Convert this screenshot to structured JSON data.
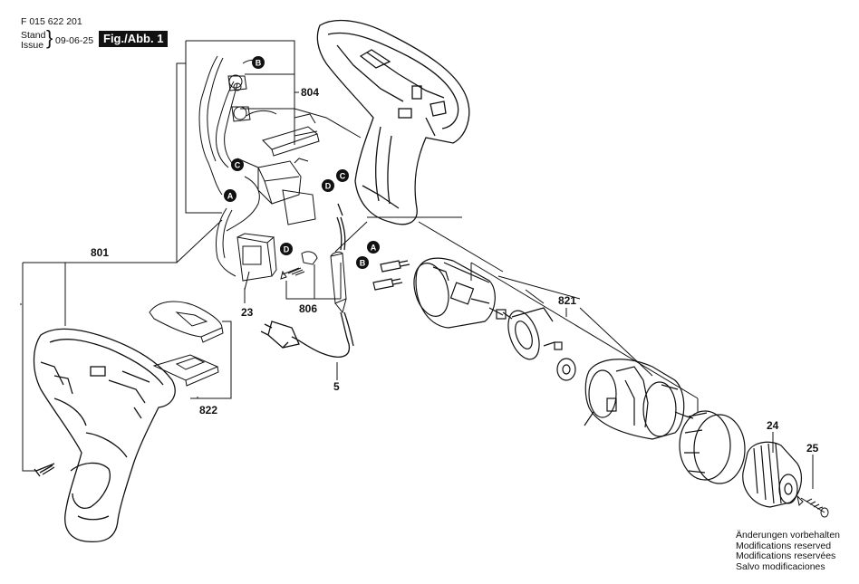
{
  "header": {
    "doc_number": "F 015 622 201",
    "stand_label": "Stand",
    "issue_label": "Issue",
    "date": "09-06-25",
    "figure_tag": "Fig./Abb. 1"
  },
  "part_numbers": {
    "p801": "801",
    "p804": "804",
    "p806": "806",
    "p822": "822",
    "p821": "821",
    "p23": "23",
    "p5": "5",
    "p24": "24",
    "p25": "25"
  },
  "connector_letters": {
    "a": "A",
    "b": "B",
    "c": "C",
    "d": "D"
  },
  "notes": [
    "Änderungen vorbehalten",
    "Modifications reserved",
    "Modifications reservées",
    "Salvo modificaciones"
  ]
}
